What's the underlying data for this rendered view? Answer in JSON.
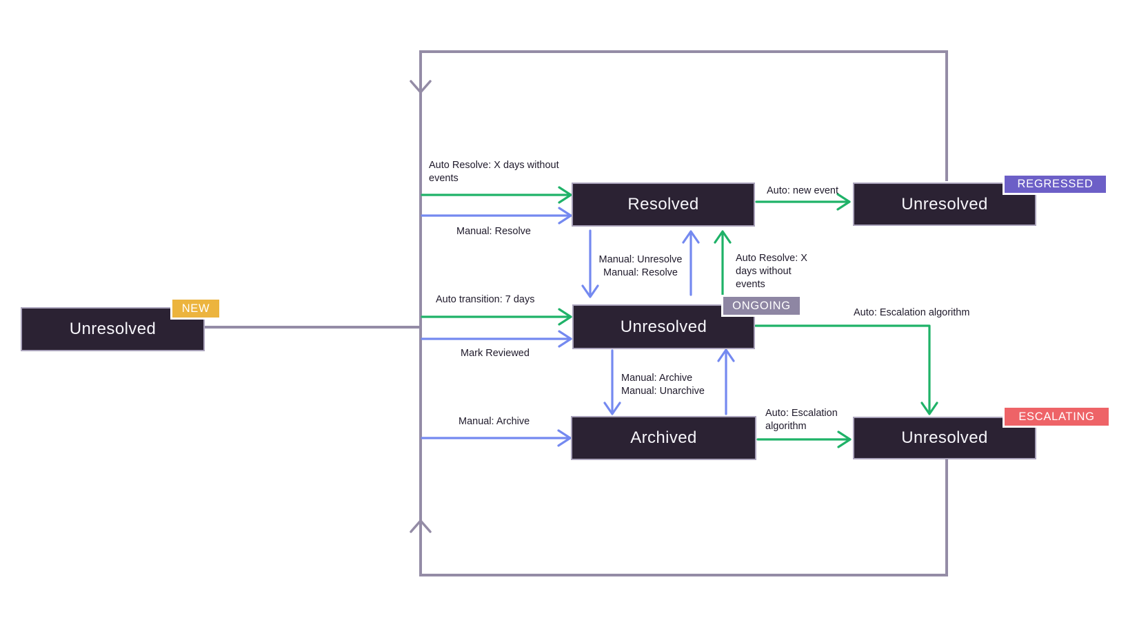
{
  "diagram": {
    "background": "#ffffff",
    "colors": {
      "page_bg": "#ffffff",
      "state_box": "#2b2233",
      "state_text": "#f6f5fa",
      "label_text": "#1f1a2b",
      "arrow_green": "#1fb268",
      "arrow_blue": "#7489f0",
      "loop_gray": "#948ca6",
      "badge_new": "#ecb43e",
      "badge_ongoing": "#8e86a3",
      "badge_regressed": "#6c5fc7",
      "badge_escalating": "#ee6367",
      "badge_text": "#ffffff"
    },
    "states": {
      "new": {
        "label": "Unresolved",
        "badge": "NEW"
      },
      "resolved": {
        "label": "Resolved"
      },
      "ongoing": {
        "label": "Unresolved",
        "badge": "ONGOING"
      },
      "archived": {
        "label": "Archived"
      },
      "regressed": {
        "label": "Unresolved",
        "badge": "REGRESSED"
      },
      "escalating": {
        "label": "Unresolved",
        "badge": "ESCALATING"
      }
    },
    "transitions": {
      "auto_resolve_top": "Auto Resolve: X days without\nevents",
      "manual_resolve_top": "Manual: Resolve",
      "auto_transition": "Auto transition: 7 days",
      "mark_reviewed": "Mark Reviewed",
      "manual_archive_left": "Manual: Archive",
      "manual_unresolve_resolve": "Manual: Unresolve\nManual: Resolve",
      "auto_resolve_right": "Auto Resolve: X\ndays without\nevents",
      "auto_new_event": "Auto: new event",
      "auto_escalation_top": "Auto: Escalation algorithm",
      "manual_archive_unarchive": "Manual: Archive\nManual: Unarchive",
      "auto_escalation_bottom": "Auto: Escalation\nalgorithm"
    }
  }
}
